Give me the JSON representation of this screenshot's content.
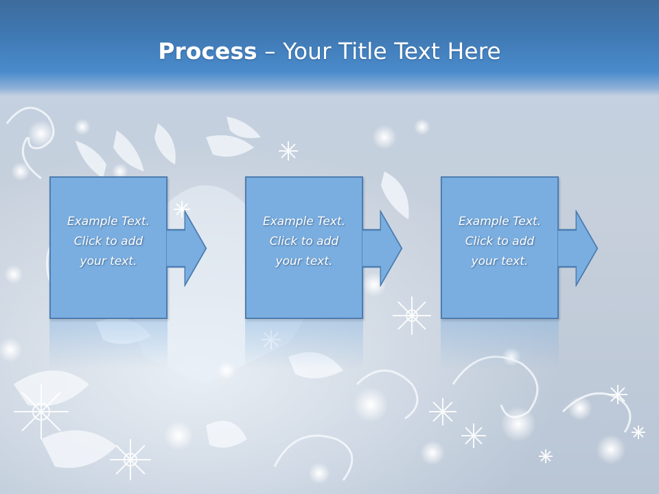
{
  "slide": {
    "title_bold": "Process",
    "title_rest": " – Your Title Text Here",
    "steps": [
      {
        "text": "Example Text.\nClick  to add\nyour text."
      },
      {
        "text": "Example Text.\nClick  to add\nyour text."
      },
      {
        "text": "Example Text.\nClick  to add\nyour text."
      }
    ]
  },
  "colors": {
    "title_band": "#3f78b2",
    "box_fill": "#7aaee0",
    "box_border": "#4c7db0",
    "background": "#c6cfdb"
  },
  "icons": [
    "arrow-right-icon",
    "snowflake-icon",
    "swirl-ornament"
  ]
}
